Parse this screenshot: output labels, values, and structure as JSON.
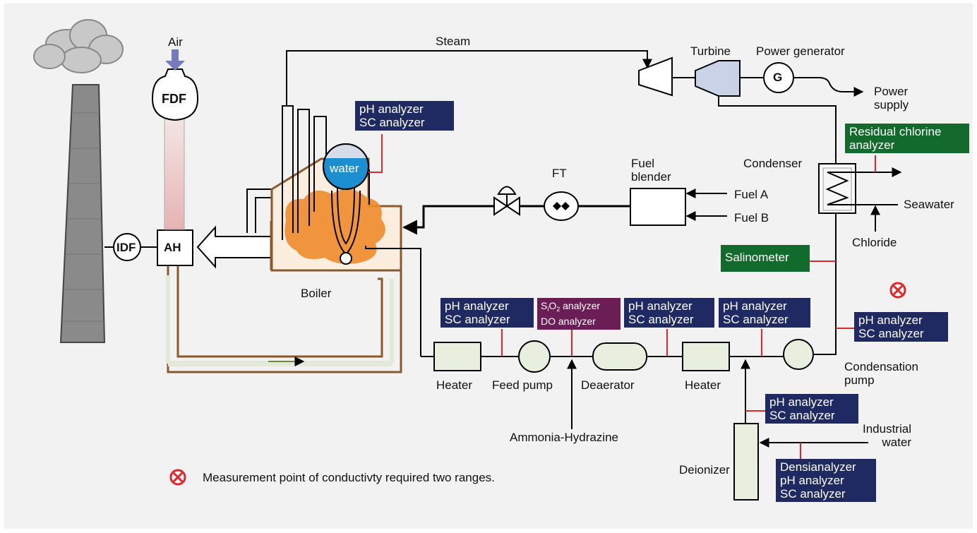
{
  "labels": {
    "air": "Air",
    "fdf": "FDF",
    "idf": "IDF",
    "ah": "AH",
    "water": "water",
    "steam": "Steam",
    "turbine": "Turbine",
    "generator_title": "Power generator",
    "generator_symbol": "G",
    "power_supply": [
      "Power",
      "supply"
    ],
    "fuel_blender": [
      "Fuel",
      "blender"
    ],
    "ft": "FT",
    "fuel_a": "Fuel A",
    "fuel_b": "Fuel B",
    "condenser": "Condenser",
    "seawater": "Seawater",
    "chloride": "Chloride",
    "boiler": "Boiler",
    "heater_left": "Heater",
    "feed_pump": "Feed pump",
    "deaerator": "Deaerator",
    "heater_right": "Heater",
    "condensation_pump": [
      "Condensation",
      "pump"
    ],
    "ammonia": "Ammonia-Hydrazine",
    "industrial_water": [
      "Industrial",
      "water"
    ],
    "deionizer": "Deionizer",
    "legend": "Measurement point of conductivty required two ranges."
  },
  "analyzers": {
    "boiler_drum": [
      "pH analyzer",
      "SC analyzer"
    ],
    "after_heater": [
      "pH analyzer",
      "SC analyzer"
    ],
    "deaerator_inlet": {
      "line1_parts": [
        "S",
        "i",
        "O",
        "2",
        " analyzer"
      ],
      "line2": "DO analyzer"
    },
    "after_deaerator": [
      "pH analyzer",
      "SC analyzer"
    ],
    "after_heater_right": [
      "pH analyzer",
      "SC analyzer"
    ],
    "condensate": [
      "pH analyzer",
      "SC analyzer"
    ],
    "residual_chlorine": [
      "Residual chlorine",
      "analyzer"
    ],
    "salinometer": "Salinometer",
    "deionizer_outlet": [
      "pH analyzer",
      "SC analyzer"
    ],
    "industrial_water": [
      "Densianalyzer",
      "pH analyzer",
      "SC analyzer"
    ]
  },
  "colors": {
    "analyzer_navy": "#1f2a63",
    "analyzer_green": "#136a2d",
    "analyzer_purple": "#6b1d56",
    "connector_red": "#e0252b",
    "flue_brown": "#8b5a2b",
    "panel_grey": "#f2f2f2",
    "water_blue": "#1b8fd0",
    "flame_orange": "#f08a2c",
    "air_arrow": "#7479c0"
  }
}
